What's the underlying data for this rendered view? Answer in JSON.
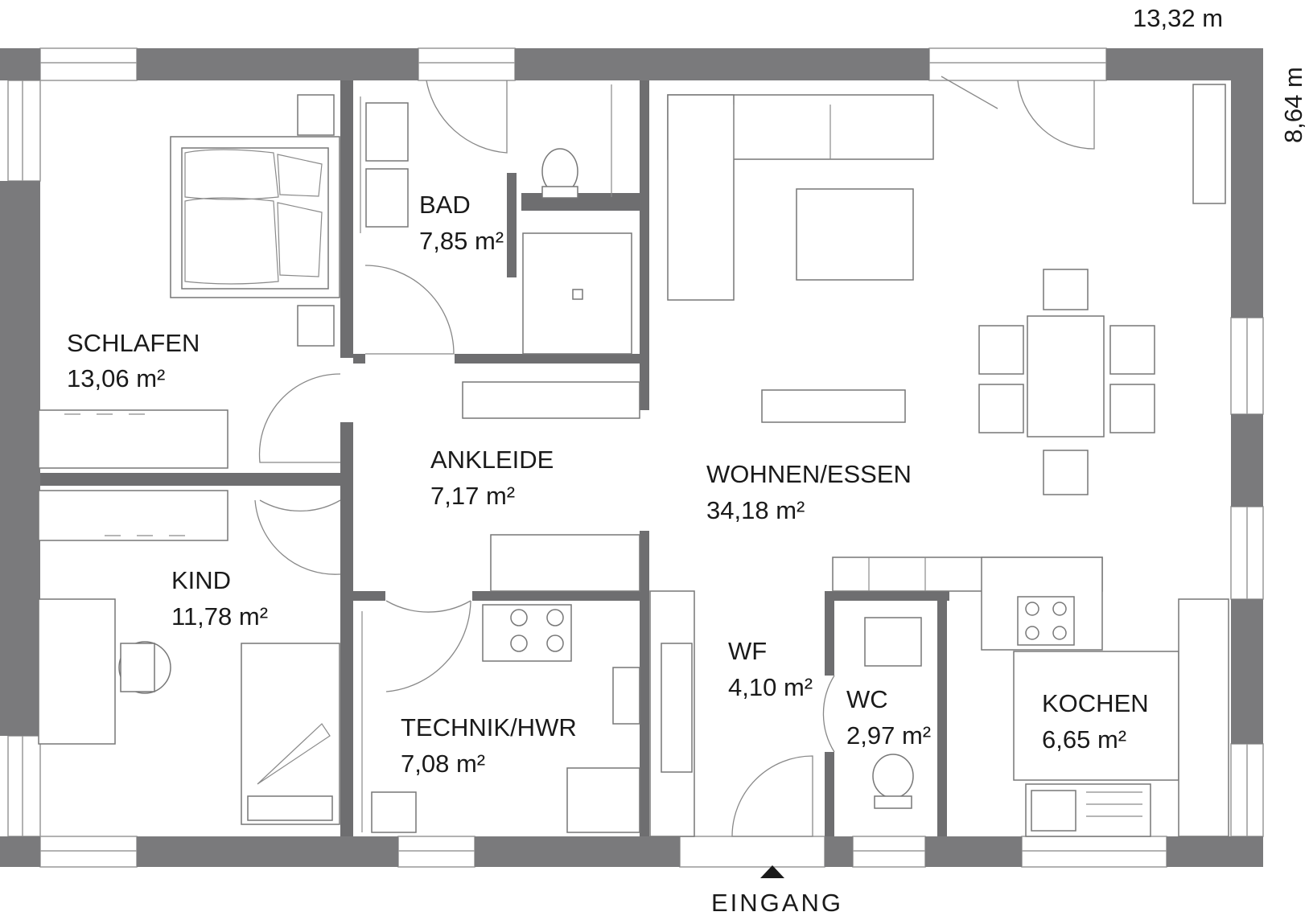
{
  "dimensions": {
    "width_label": "13,32 m",
    "depth_label": "8,64 m"
  },
  "entrance": {
    "label": "EINGANG"
  },
  "rooms": [
    {
      "id": "schlafen",
      "name": "SCHLAFEN",
      "area": "13,06 m²"
    },
    {
      "id": "bad",
      "name": "BAD",
      "area": "7,85 m²"
    },
    {
      "id": "ankleide",
      "name": "ANKLEIDE",
      "area": "7,17 m²"
    },
    {
      "id": "wohnen",
      "name": "WOHNEN/ESSEN",
      "area": "34,18 m²"
    },
    {
      "id": "kind",
      "name": "KIND",
      "area": "11,78 m²"
    },
    {
      "id": "wf",
      "name": "WF",
      "area": "4,10 m²"
    },
    {
      "id": "wc",
      "name": "WC",
      "area": "2,97 m²"
    },
    {
      "id": "kochen",
      "name": "KOCHEN",
      "area": "6,65 m²"
    },
    {
      "id": "technik",
      "name": "TECHNIK/HWR",
      "area": "7,08 m²"
    }
  ],
  "colors": {
    "wall": "#7a7a7c",
    "text": "#1a1a1a",
    "line": "#888888"
  }
}
